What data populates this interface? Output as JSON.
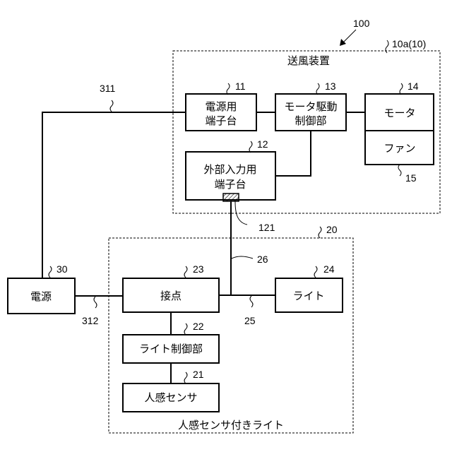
{
  "ref_numbers": {
    "system": "100",
    "blower": "10a(10)",
    "power_terminal": "11",
    "ext_terminal": "12",
    "motor_driver": "13",
    "motor": "14",
    "fan": "15",
    "sensor_light": "20",
    "sensor": "21",
    "light_controller": "22",
    "contact": "23",
    "light": "24",
    "wire_25": "25",
    "wire_26": "26",
    "power_supply": "30",
    "wire_311": "311",
    "wire_312": "312",
    "connector": "121"
  },
  "labels": {
    "blower": "送風装置",
    "power_terminal": [
      "電源用",
      "端子台"
    ],
    "motor_driver": [
      "モータ駆動",
      "制御部"
    ],
    "motor": "モータ",
    "fan": "ファン",
    "ext_terminal": [
      "外部入力用",
      "端子台"
    ],
    "power_supply": "電源",
    "contact": "接点",
    "light": "ライト",
    "light_controller": "ライト制御部",
    "sensor": "人感センサ",
    "sensor_light": "人感センサ付きライト"
  }
}
